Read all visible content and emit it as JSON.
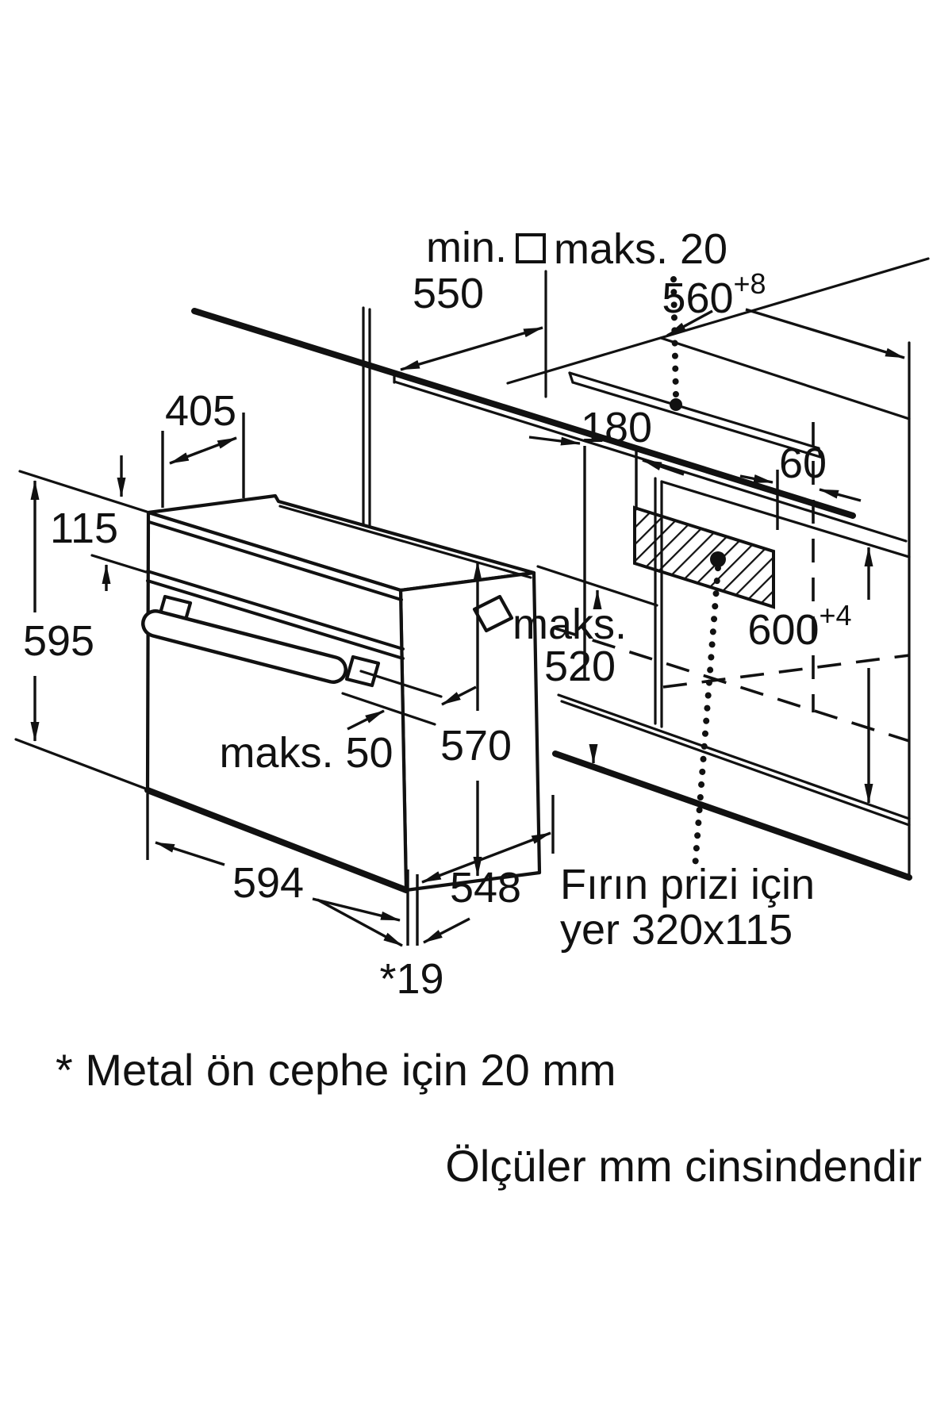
{
  "diagram": {
    "title_hint": "built-in oven installation drawing",
    "colors": {
      "line": "#111111",
      "background": "#ffffff"
    },
    "labels": {
      "min": "min.",
      "d550": "550",
      "maks20": "maks. 20",
      "d560": "560",
      "d560sup": "+8",
      "d405": "405",
      "d115": "115",
      "d595": "595",
      "d180": "180",
      "d60": "60",
      "maks": "maks.",
      "d520": "520",
      "d600": "600",
      "d600sup": "+4",
      "d570": "570",
      "maks50": "maks. 50",
      "d594": "594",
      "d548": "548",
      "socket_line1": "Fırın prizi için",
      "socket_line2": "yer 320x115",
      "star19": "*19"
    },
    "footnotes": {
      "front": "* Metal ön cephe için 20 mm",
      "units": "Ölçüler mm cinsindendir"
    }
  }
}
